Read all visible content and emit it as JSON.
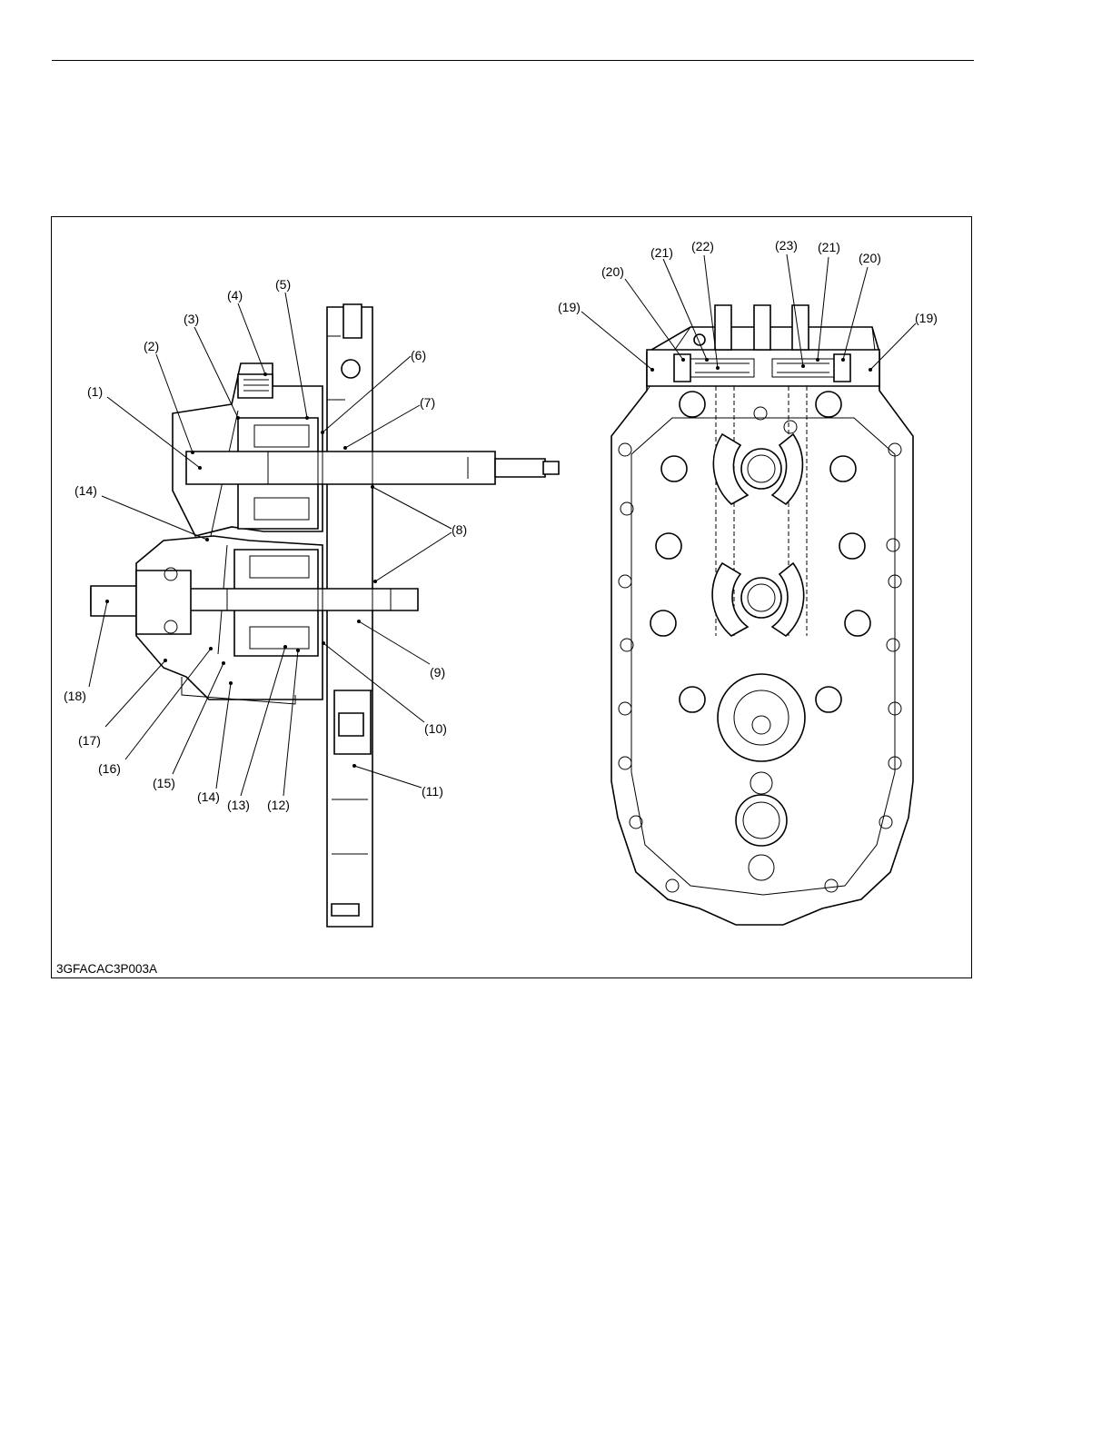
{
  "figure": {
    "code": "3GFACAC3P003A",
    "left_view_labels": [
      "(1)",
      "(2)",
      "(3)",
      "(4)",
      "(5)",
      "(6)",
      "(7)",
      "(8)",
      "(9)",
      "(10)",
      "(11)",
      "(12)",
      "(13)",
      "(14)",
      "(14)",
      "(15)",
      "(16)",
      "(17)",
      "(18)"
    ],
    "right_view_labels": [
      "(19)",
      "(20)",
      "(21)",
      "(22)",
      "(23)",
      "(21)",
      "(20)",
      "(19)"
    ]
  }
}
